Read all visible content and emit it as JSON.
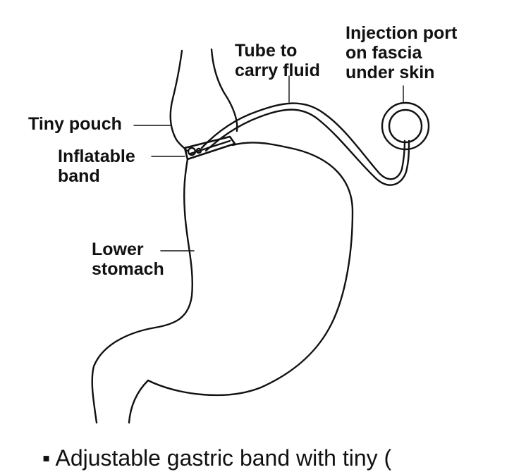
{
  "labels": {
    "tiny_pouch": "Tiny pouch",
    "inflatable_band_line1": "Inflatable",
    "inflatable_band_line2": "band",
    "lower_stomach_line1": "Lower",
    "lower_stomach_line2": "stomach",
    "tube_line1": "Tube to",
    "tube_line2": "carry fluid",
    "port_line1": "Injection port",
    "port_line2": "on fascia",
    "port_line3": "under skin"
  },
  "caption": "▪  Adjustable gastric band with tiny (",
  "colors": {
    "ink": "#111111",
    "paper": "#ffffff"
  }
}
